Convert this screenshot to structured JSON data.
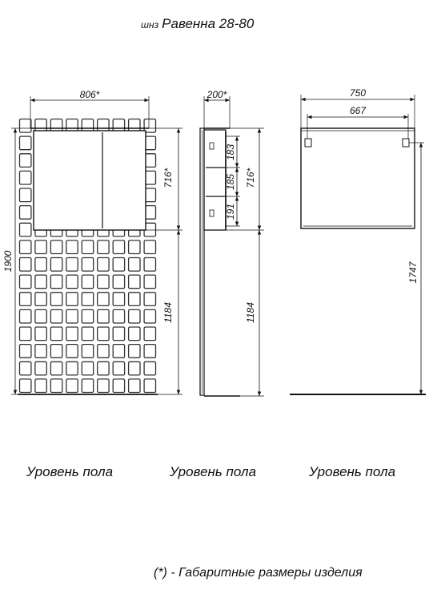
{
  "title": {
    "prefix": "шнз",
    "name": "Равенна 28-80"
  },
  "front_view": {
    "width": "806*",
    "total_height": "1900",
    "mirror_height": "716*",
    "mount_height": "1184"
  },
  "side_view": {
    "depth": "200*",
    "shelf_1": "183",
    "shelf_2": "185",
    "shelf_3": "191",
    "height": "716*",
    "mount_height": "1184"
  },
  "top_view": {
    "outer_width": "750",
    "inner_width": "667",
    "height": "1747"
  },
  "floor_labels": [
    "Уровень пола",
    "Уровень пола",
    "Уровень пола"
  ],
  "footnote": "(*) - Габаритные размеры изделия",
  "colors": {
    "line": "#111111",
    "tile": "#333333",
    "mirror": "#ffffff"
  }
}
